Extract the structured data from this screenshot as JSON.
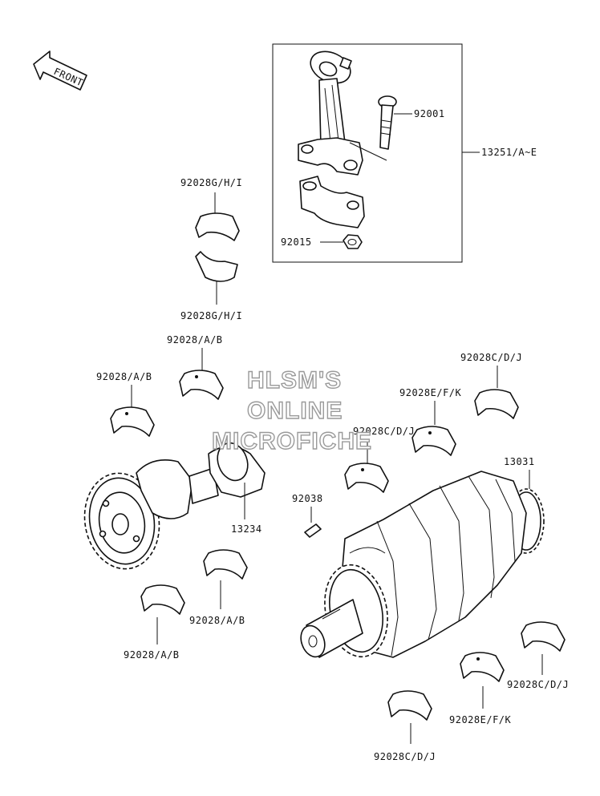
{
  "watermark": {
    "line1": "HLSM'S",
    "line2": "ONLINE",
    "line3": "MICROFICHE"
  },
  "front_arrow": {
    "label": "FRONT"
  },
  "labels": {
    "l_92001": "92001",
    "l_13251": "13251/A~E",
    "l_92015": "92015",
    "l_92028ghi_top": "92028G/H/I",
    "l_92028ghi_bot": "92028G/H/I",
    "l_92028ab_1": "92028/A/B",
    "l_92028ab_2": "92028/A/B",
    "l_92028ab_3": "92028/A/B",
    "l_92028ab_4": "92028/A/B",
    "l_92028cdj_1": "92028C/D/J",
    "l_92028cdj_2": "92028C/D/J",
    "l_92028cdj_3": "92028C/D/J",
    "l_92028cdj_4": "92028C/D/J",
    "l_92028efk_1": "92028E/F/K",
    "l_92028efk_2": "92028E/F/K",
    "l_13031": "13031",
    "l_13234": "13234",
    "l_92038": "92038"
  }
}
